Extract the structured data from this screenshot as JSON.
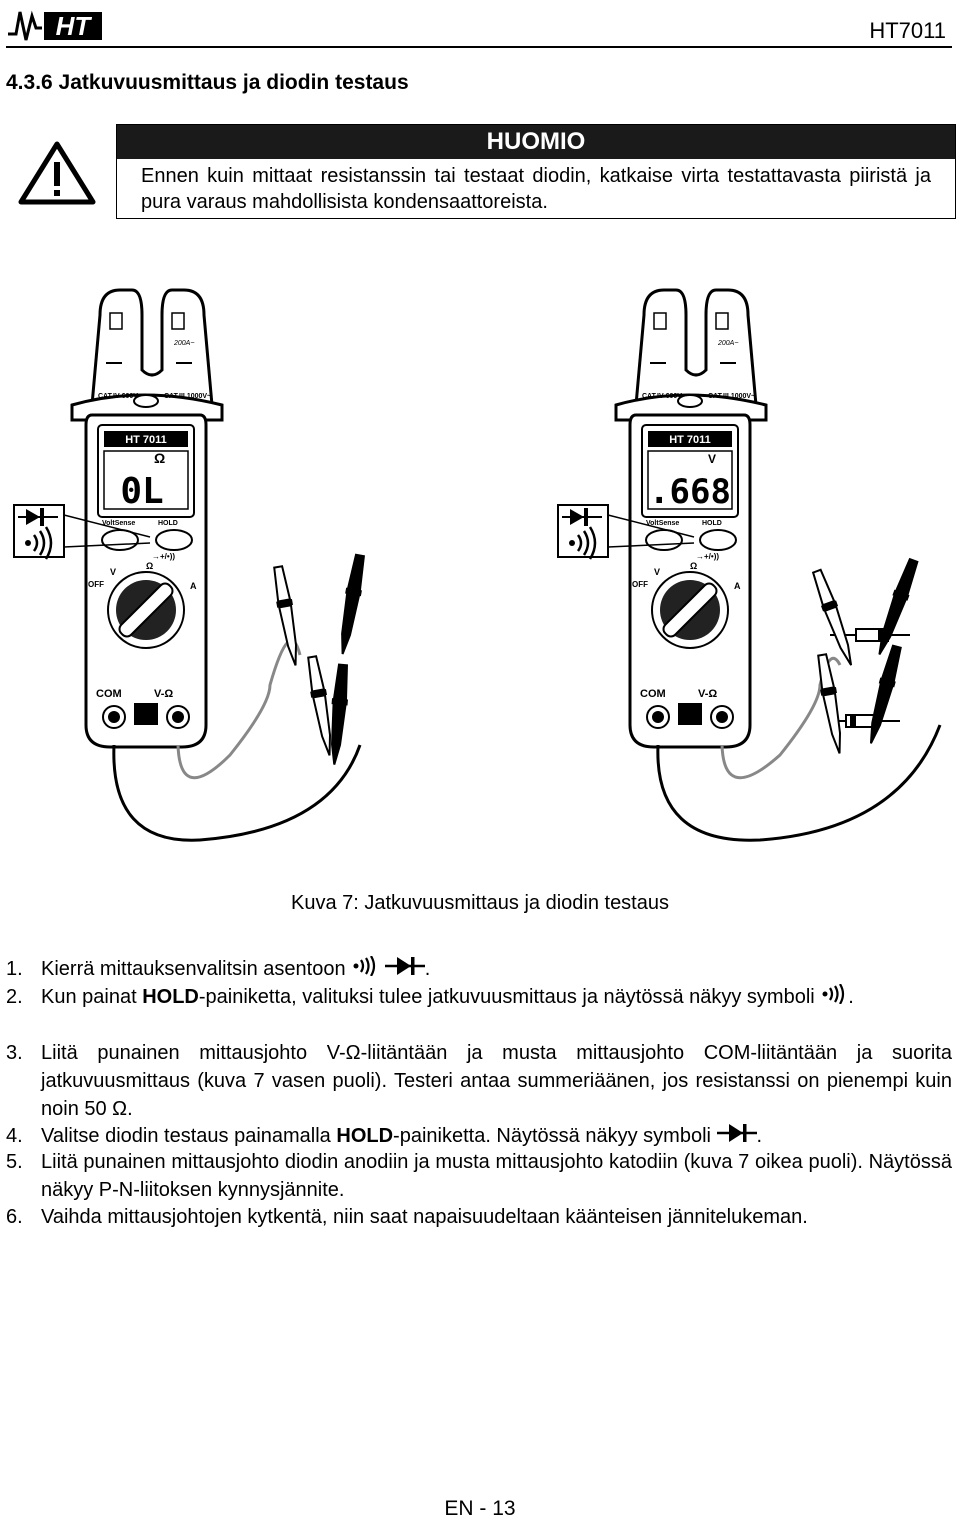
{
  "header": {
    "logo_text": "HT",
    "model": "HT7011"
  },
  "section": {
    "heading": "4.3.6  Jatkuvuusmittaus ja diodin testaus"
  },
  "warning": {
    "title": "HUOMIO",
    "text": "Ennen kuin mittaat resistanssin tai testaat diodin, katkaise virta testattavasta piiristä ja pura varaus mahdollisista kondensaattoreista."
  },
  "figure": {
    "caption": "Kuva 7: Jatkuvuusmittaus ja diodin testaus",
    "left_meter": {
      "brand": "HT 7011",
      "range": "200A~",
      "cat_left": "CAT.IV 600V~",
      "cat_right": "CAT.III 1000V~",
      "unit": "Ω",
      "display": "0L",
      "btn_left": "VoltSense",
      "btn_right": "HOLD",
      "mode_label": "→+/•))",
      "dial_off": "OFF",
      "dial_v": "V",
      "dial_omega": "Ω",
      "dial_a": "A",
      "jack_com": "COM",
      "jack_vo": "V-Ω"
    },
    "right_meter": {
      "brand": "HT 7011",
      "range": "200A~",
      "cat_left": "CAT.IV 600V~",
      "cat_right": "CAT.III 1000V~",
      "unit": "V",
      "display": ".668",
      "btn_left": "VoltSense",
      "btn_right": "HOLD",
      "mode_label": "→+/•))",
      "dial_off": "OFF",
      "dial_v": "V",
      "dial_omega": "Ω",
      "dial_a": "A",
      "jack_com": "COM",
      "jack_vo": "V-Ω"
    }
  },
  "steps": [
    {
      "num": "1.",
      "pre": "Kierrä mittauksenvalitsin asentoon ",
      "post": "."
    },
    {
      "num": "2.",
      "pre": "Kun painat ",
      "bold": "HOLD",
      "mid": "-painiketta, valituksi tulee jatkuvuusmittaus ja näytössä näkyy symboli ",
      "post": "."
    },
    {
      "num": "3.",
      "text": "Liitä punainen mittausjohto V-Ω-liitäntään ja musta mittausjohto COM-liitäntään ja suorita jatkuvuusmittaus (kuva 7 vasen puoli). Testeri antaa summeriäänen, jos resistanssi on pienempi kuin noin 50 Ω."
    },
    {
      "num": "4.",
      "pre": "Valitse diodin testaus painamalla ",
      "bold": "HOLD",
      "mid": "-painiketta. Näytössä näkyy symboli ",
      "post": "."
    },
    {
      "num": "5.",
      "text": "Liitä punainen mittausjohto diodin anodiin ja musta mittausjohto katodiin (kuva 7 oikea puoli). Näytössä näkyy P-N-liitoksen kynnysjännite."
    },
    {
      "num": "6.",
      "text": "Vaihda mittausjohtojen kytkentä, niin saat napaisuudeltaan käänteisen jännitelukeman."
    }
  ],
  "footer": {
    "page": "EN - 13"
  }
}
